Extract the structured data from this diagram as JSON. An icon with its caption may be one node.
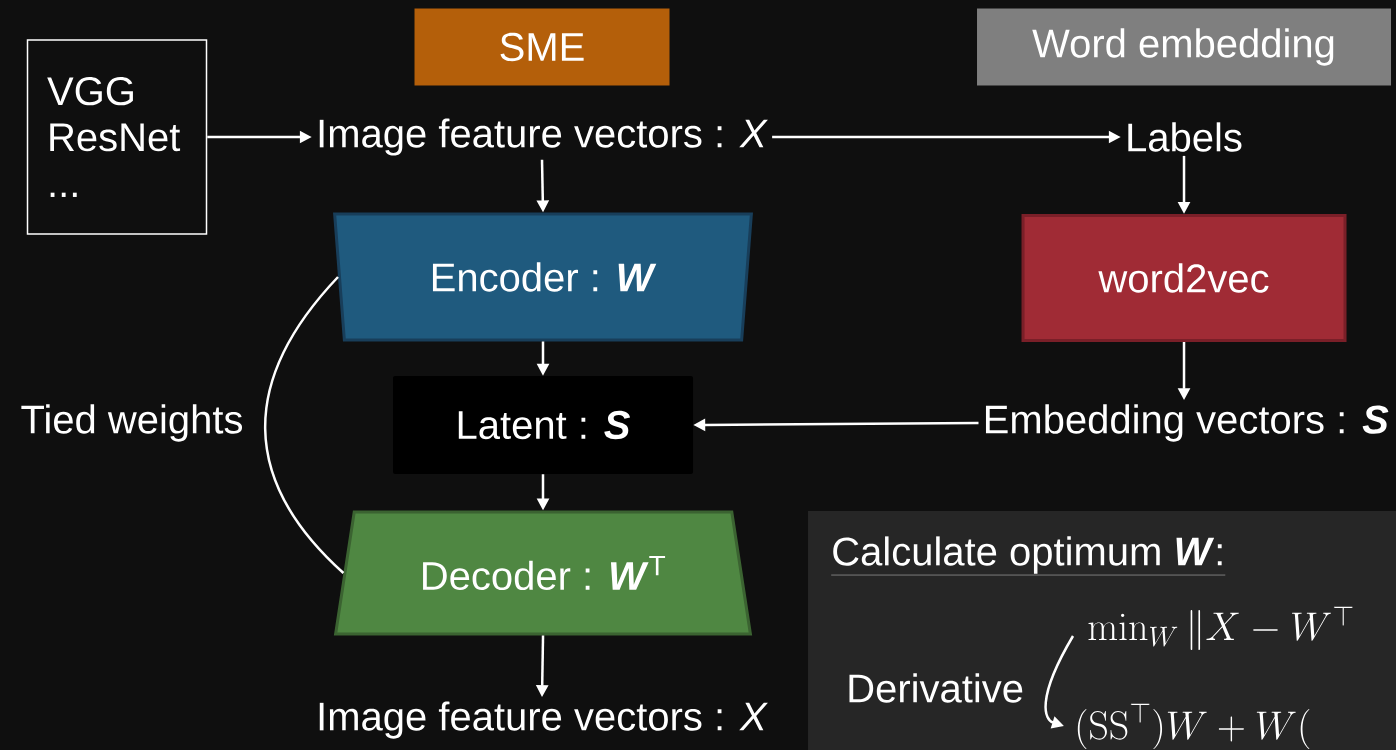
{
  "diagram": {
    "nodes": [
      {
        "text": [
          "VGG ResNet ..."
        ]
      },
      {
        "text": [
          "SME"
        ]
      },
      {
        "text": [
          "Word embedding"
        ]
      },
      {
        "text": [
          "Image feature vectors : *X*"
        ]
      },
      {
        "text": [
          "Labels"
        ]
      },
      {
        "text": [
          "Encoder : **W**"
        ]
      },
      {
        "text": [
          "word2vec"
        ]
      },
      {
        "text": [
          "Latent : **S**"
        ]
      },
      {
        "text": [
          "Embedding vectors : **S**"
        ]
      },
      {
        "text": [
          "Decoder : **W**$^{T}$"
        ]
      },
      {
        "text": [
          "Image feature vectors : *X*"
        ]
      },
      {
        "text": [
          "Calculate optimum **W**:"
        ]
      },
      {
        "text": [
          "\\min_{W} \\|X - W^{\\top}"
        ],
        "in": 11
      },
      {
        "text": [
          "(\\mathrm{SS}^{\\top})W + W("
        ],
        "in": 11
      }
    ],
    "edges": [
      {
        "from": 0,
        "to": 3,
        "arrow": "to"
      },
      {
        "from": 3,
        "to": 4,
        "arrow": "to"
      },
      {
        "from": 3,
        "to": 5,
        "arrow": "to"
      },
      {
        "from": 4,
        "to": 6,
        "arrow": "to"
      },
      {
        "from": 5,
        "to": 7,
        "arrow": "to"
      },
      {
        "from": 6,
        "to": 8,
        "arrow": "to"
      },
      {
        "from": 8,
        "to": 7,
        "arrow": "to"
      },
      {
        "from": 7,
        "to": 9,
        "arrow": "to"
      },
      {
        "from": 9,
        "to": 10,
        "arrow": "to"
      },
      {
        "from": 5,
        "to": 9,
        "arrow": "none",
        "label": "Tied weights"
      },
      {
        "from": 12,
        "to": 13,
        "arrow": "to",
        "label": "Derivative"
      }
    ]
  }
}
